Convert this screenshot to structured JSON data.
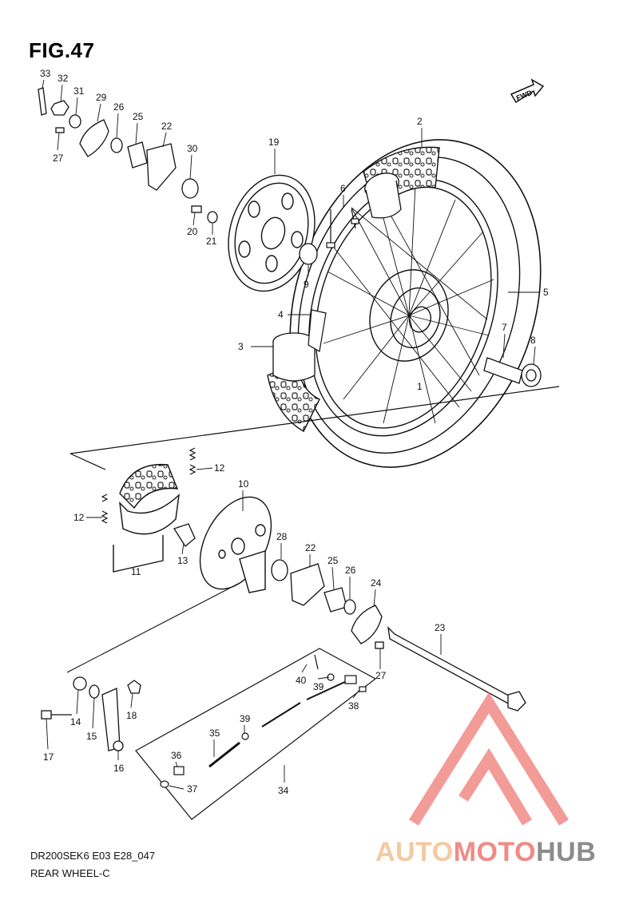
{
  "figure": {
    "title": "FIG.47",
    "model_code": "DR200SEK6 E03 E28_047",
    "name": "REAR WHEEL-C",
    "fwd_label": "FWD"
  },
  "watermark": {
    "part_a": "AUTO",
    "part_b": "MOTO",
    "part_c": "HUB",
    "colors": {
      "auto": "#f5c9a0",
      "moto": "#f08a86",
      "hub": "#8c8c8c",
      "triangle": "#f08a86"
    }
  },
  "callouts": [
    "33",
    "32",
    "31",
    "29",
    "26",
    "25",
    "22",
    "30",
    "27",
    "20",
    "21",
    "19",
    "9",
    "6",
    "2",
    "5",
    "4",
    "3",
    "1",
    "7",
    "8",
    "12",
    "10",
    "12",
    "11",
    "13",
    "28",
    "22",
    "25",
    "26",
    "24",
    "23",
    "27",
    "40",
    "39",
    "38",
    "39",
    "35",
    "36",
    "37",
    "34",
    "14",
    "15",
    "18",
    "17",
    "16"
  ]
}
